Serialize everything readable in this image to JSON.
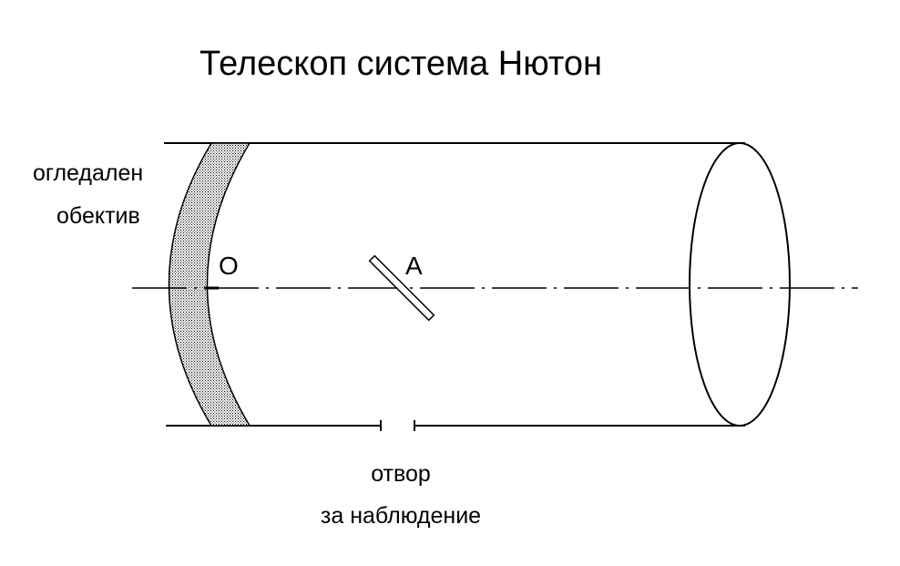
{
  "title": "Телескоп система Нютон",
  "labels": {
    "mirror_line1": "огледален",
    "mirror_line2": "обектив",
    "point_o": "О",
    "point_a": "А",
    "opening_line1": "отвор",
    "opening_line2": "за наблюдение"
  },
  "colors": {
    "line": "#000000",
    "background": "#ffffff",
    "mirror_stipple": "#000000"
  }
}
